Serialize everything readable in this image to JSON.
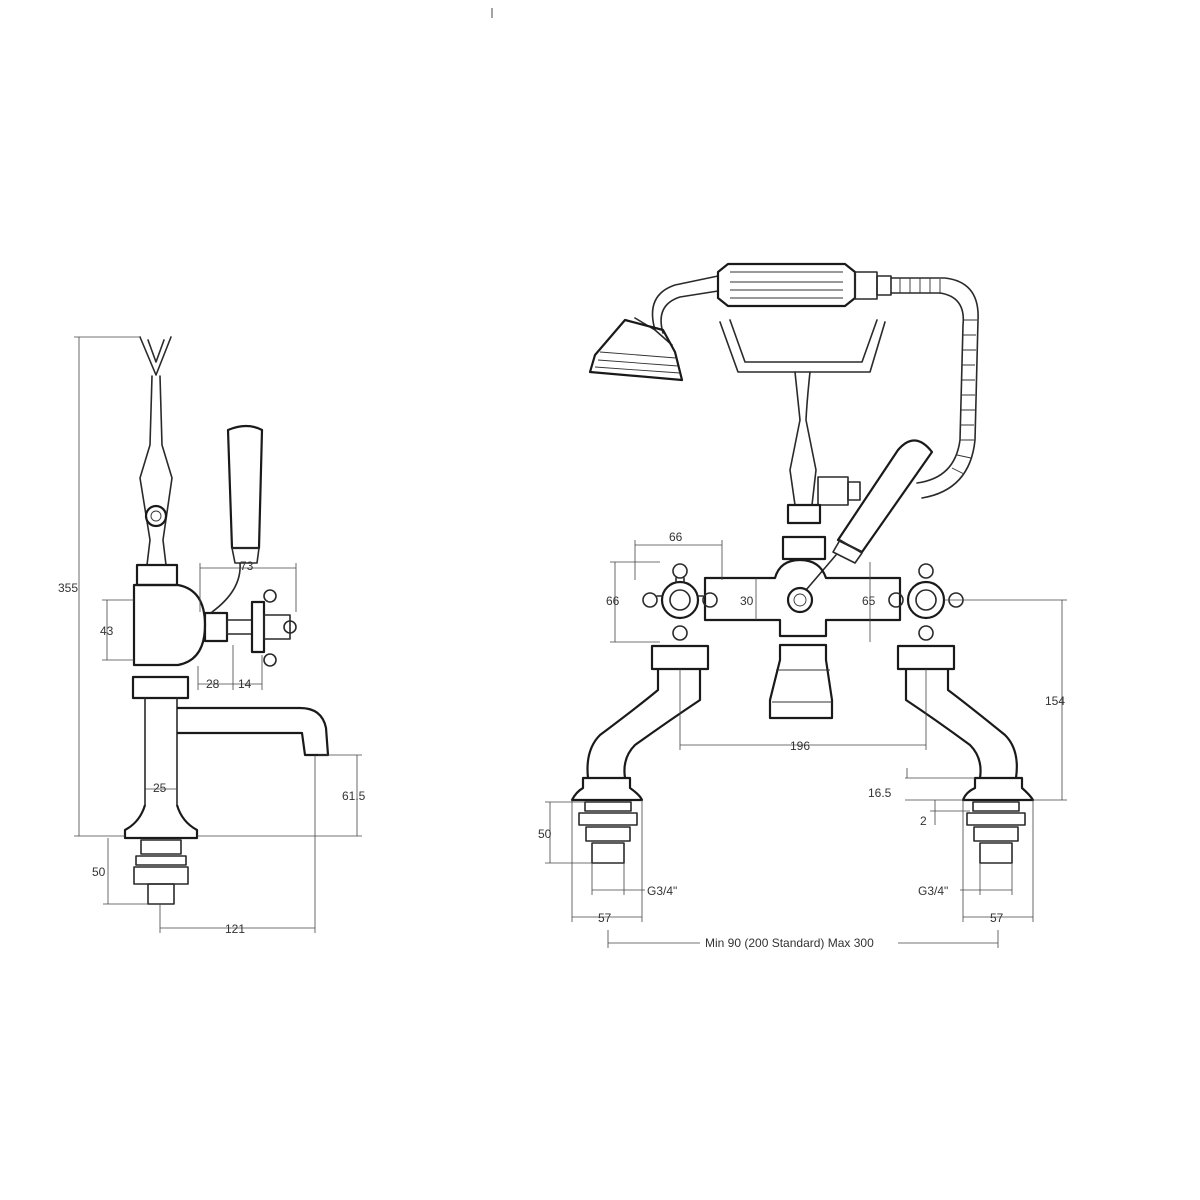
{
  "side_view": {
    "dimensions": {
      "overall_height": "355",
      "body_height": "43",
      "lever_offset": "73",
      "offset_a": "28",
      "offset_b": "14",
      "pillar_width": "25",
      "spout_height": "61.5",
      "tail_length": "50",
      "spout_reach": "121"
    }
  },
  "front_view": {
    "dimensions": {
      "handle_width": "66",
      "handle_height_left": "66",
      "body_depth": "30",
      "handle_height_right": "65",
      "overall_height": "154",
      "handle_centres": "196",
      "riser_height": "16.5",
      "washer": "2",
      "tail_length": "50",
      "thread_left": "G3/4\"",
      "thread_right": "G3/4\"",
      "width_left": "57",
      "width_right": "57",
      "centres_range": "Min 90 (200 Standard) Max 300"
    }
  }
}
